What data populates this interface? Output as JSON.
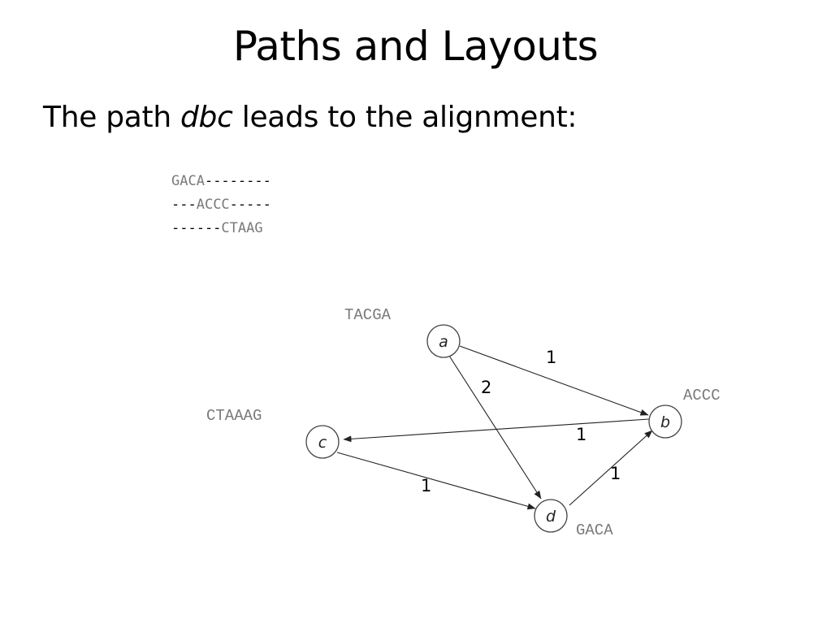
{
  "slide": {
    "title": "Paths and Layouts",
    "subtitle": {
      "before": "The path ",
      "path": "dbc",
      "after": " leads to the alignment:"
    }
  },
  "alignment": [
    {
      "lead": "",
      "seq": "GACA",
      "trail": "--------"
    },
    {
      "lead": "---",
      "seq": "ACCC",
      "trail": "-----"
    },
    {
      "lead": "------",
      "seq": "CTAAG",
      "trail": ""
    }
  ],
  "graph": {
    "nodes": [
      {
        "id": "a",
        "label": "a",
        "sequence": "TACGA"
      },
      {
        "id": "b",
        "label": "b",
        "sequence": "ACCC"
      },
      {
        "id": "c",
        "label": "c",
        "sequence": "CTAAAG"
      },
      {
        "id": "d",
        "label": "d",
        "sequence": "GACA"
      }
    ],
    "edges": [
      {
        "from": "a",
        "to": "b",
        "weight": "1"
      },
      {
        "from": "a",
        "to": "d",
        "weight": "2"
      },
      {
        "from": "b",
        "to": "c",
        "weight": "1"
      },
      {
        "from": "d",
        "to": "b",
        "weight": "1"
      },
      {
        "from": "c",
        "to": "d",
        "weight": "1"
      }
    ]
  }
}
